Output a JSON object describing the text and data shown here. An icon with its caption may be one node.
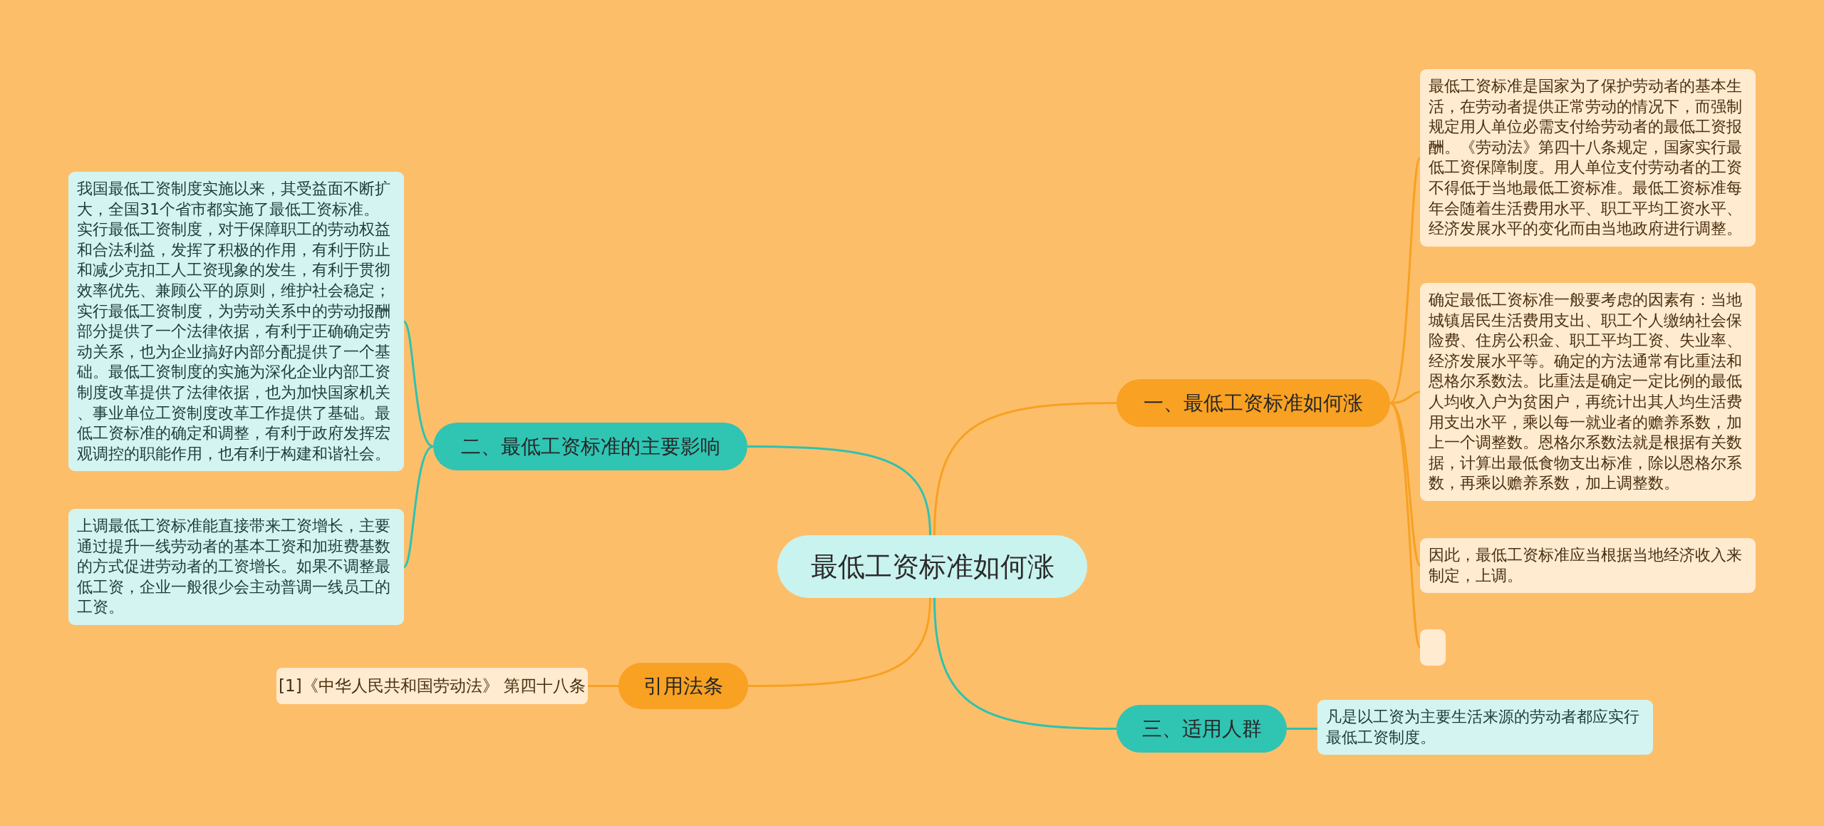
{
  "diagram": {
    "nodes": [
      {
        "text": [
          "最低工资标准如何涨"
        ]
      },
      {
        "text": [
          "一、最低工资标准如何涨"
        ]
      },
      {
        "text": [
          "最低工资标准是国家为了保护劳动者的基本生活，在劳动者提供正常劳动的情况下，而强制规定用人单位必需支付给劳动者的最低工资报酬。《劳动法》第四十八条规定，国家实行最低工资保障制度。用人单位支付劳动者的工资不得低于当地最低工资标准。最低工资标准每年会随着生活费用水平、职工平均工资水平、经济发展水平的变化而由当地政府进行调整。"
        ]
      },
      {
        "text": [
          "确定最低工资标准一般要考虑的因素有：当地城镇居民生活费用支出、职工个人缴纳社会保险费、住房公积金、职工平均工资、失业率、经济发展水平等。确定的方法通常有比重法和恩格尔系数法。比重法是确定一定比例的最低人均收入户为贫困户，再统计出其人均生活费用支出水平，乘以每一就业者的赡养系数，加上一个调整数。恩格尔系数法就是根据有关数据，计算出最低食物支出标准，除以恩格尔系数，再乘以赡养系数，加上调整数。"
        ]
      },
      {
        "text": [
          "因此，最低工资标准应当根据当地经济收入来制定，上调。"
        ]
      },
      {
        "text": [],
        "shape": "box"
      },
      {
        "text": [
          "二、最低工资标准的主要影响"
        ]
      },
      {
        "text": [
          "我国最低工资制度实施以来，其受益面不断扩大，全国31个省市都实施了最低工资标准。",
          "实行最低工资制度，对于保障职工的劳动权益和合法利益，发挥了积极的作用，有利于防止和减少克扣工人工资现象的发生，有利于贯彻效率优先、兼顾公平的原则，维护社会稳定；实行最低工资制度，为劳动关系中的劳动报酬部分提供了一个法律依据，有利于正确确定劳动关系，也为企业搞好内部分配提供了一个基础。最低工资制度的实施为深化企业内部工资制度改革提供了法律依据，也为加快国家机关、事业单位工资制度改革工作提供了基础。最低工资标准的确定和调整，有利于政府发挥宏观调控的职能作用，也有利于构建和谐社会。"
        ]
      },
      {
        "text": [
          "上调最低工资标准能直接带来工资增长，主要通过提升一线劳动者的基本工资和加班费基数的方式促进劳动者的工资增长。如果不调整最低工资，企业一般很少会主动普调一线员工的工资。"
        ]
      },
      {
        "text": [
          "三、适用人群"
        ]
      },
      {
        "text": [
          "凡是以工资为主要生活来源的劳动者都应实行最低工资制度。"
        ]
      },
      {
        "text": [
          "引用法条"
        ]
      },
      {
        "text": [
          "[1]《中华人民共和国劳动法》 第四十八条"
        ]
      }
    ],
    "edges": [
      {
        "from": 0,
        "to": 1,
        "arrow": "none"
      },
      {
        "from": 1,
        "to": 2,
        "arrow": "none"
      },
      {
        "from": 1,
        "to": 3,
        "arrow": "none"
      },
      {
        "from": 1,
        "to": 4,
        "arrow": "none"
      },
      {
        "from": 1,
        "to": 5,
        "arrow": "none"
      },
      {
        "from": 0,
        "to": 6,
        "arrow": "none",
        "color": "#2ec2b0"
      },
      {
        "from": 6,
        "to": 7,
        "arrow": "none",
        "color": "#2ec2b0"
      },
      {
        "from": 6,
        "to": 8,
        "arrow": "none",
        "color": "#2ec2b0"
      },
      {
        "from": 0,
        "to": 9,
        "arrow": "none",
        "color": "#2ec2b0"
      },
      {
        "from": 9,
        "to": 10,
        "arrow": "none",
        "color": "#2ec2b0"
      },
      {
        "from": 0,
        "to": 11,
        "arrow": "none"
      },
      {
        "from": 11,
        "to": 12,
        "arrow": "none"
      }
    ]
  }
}
